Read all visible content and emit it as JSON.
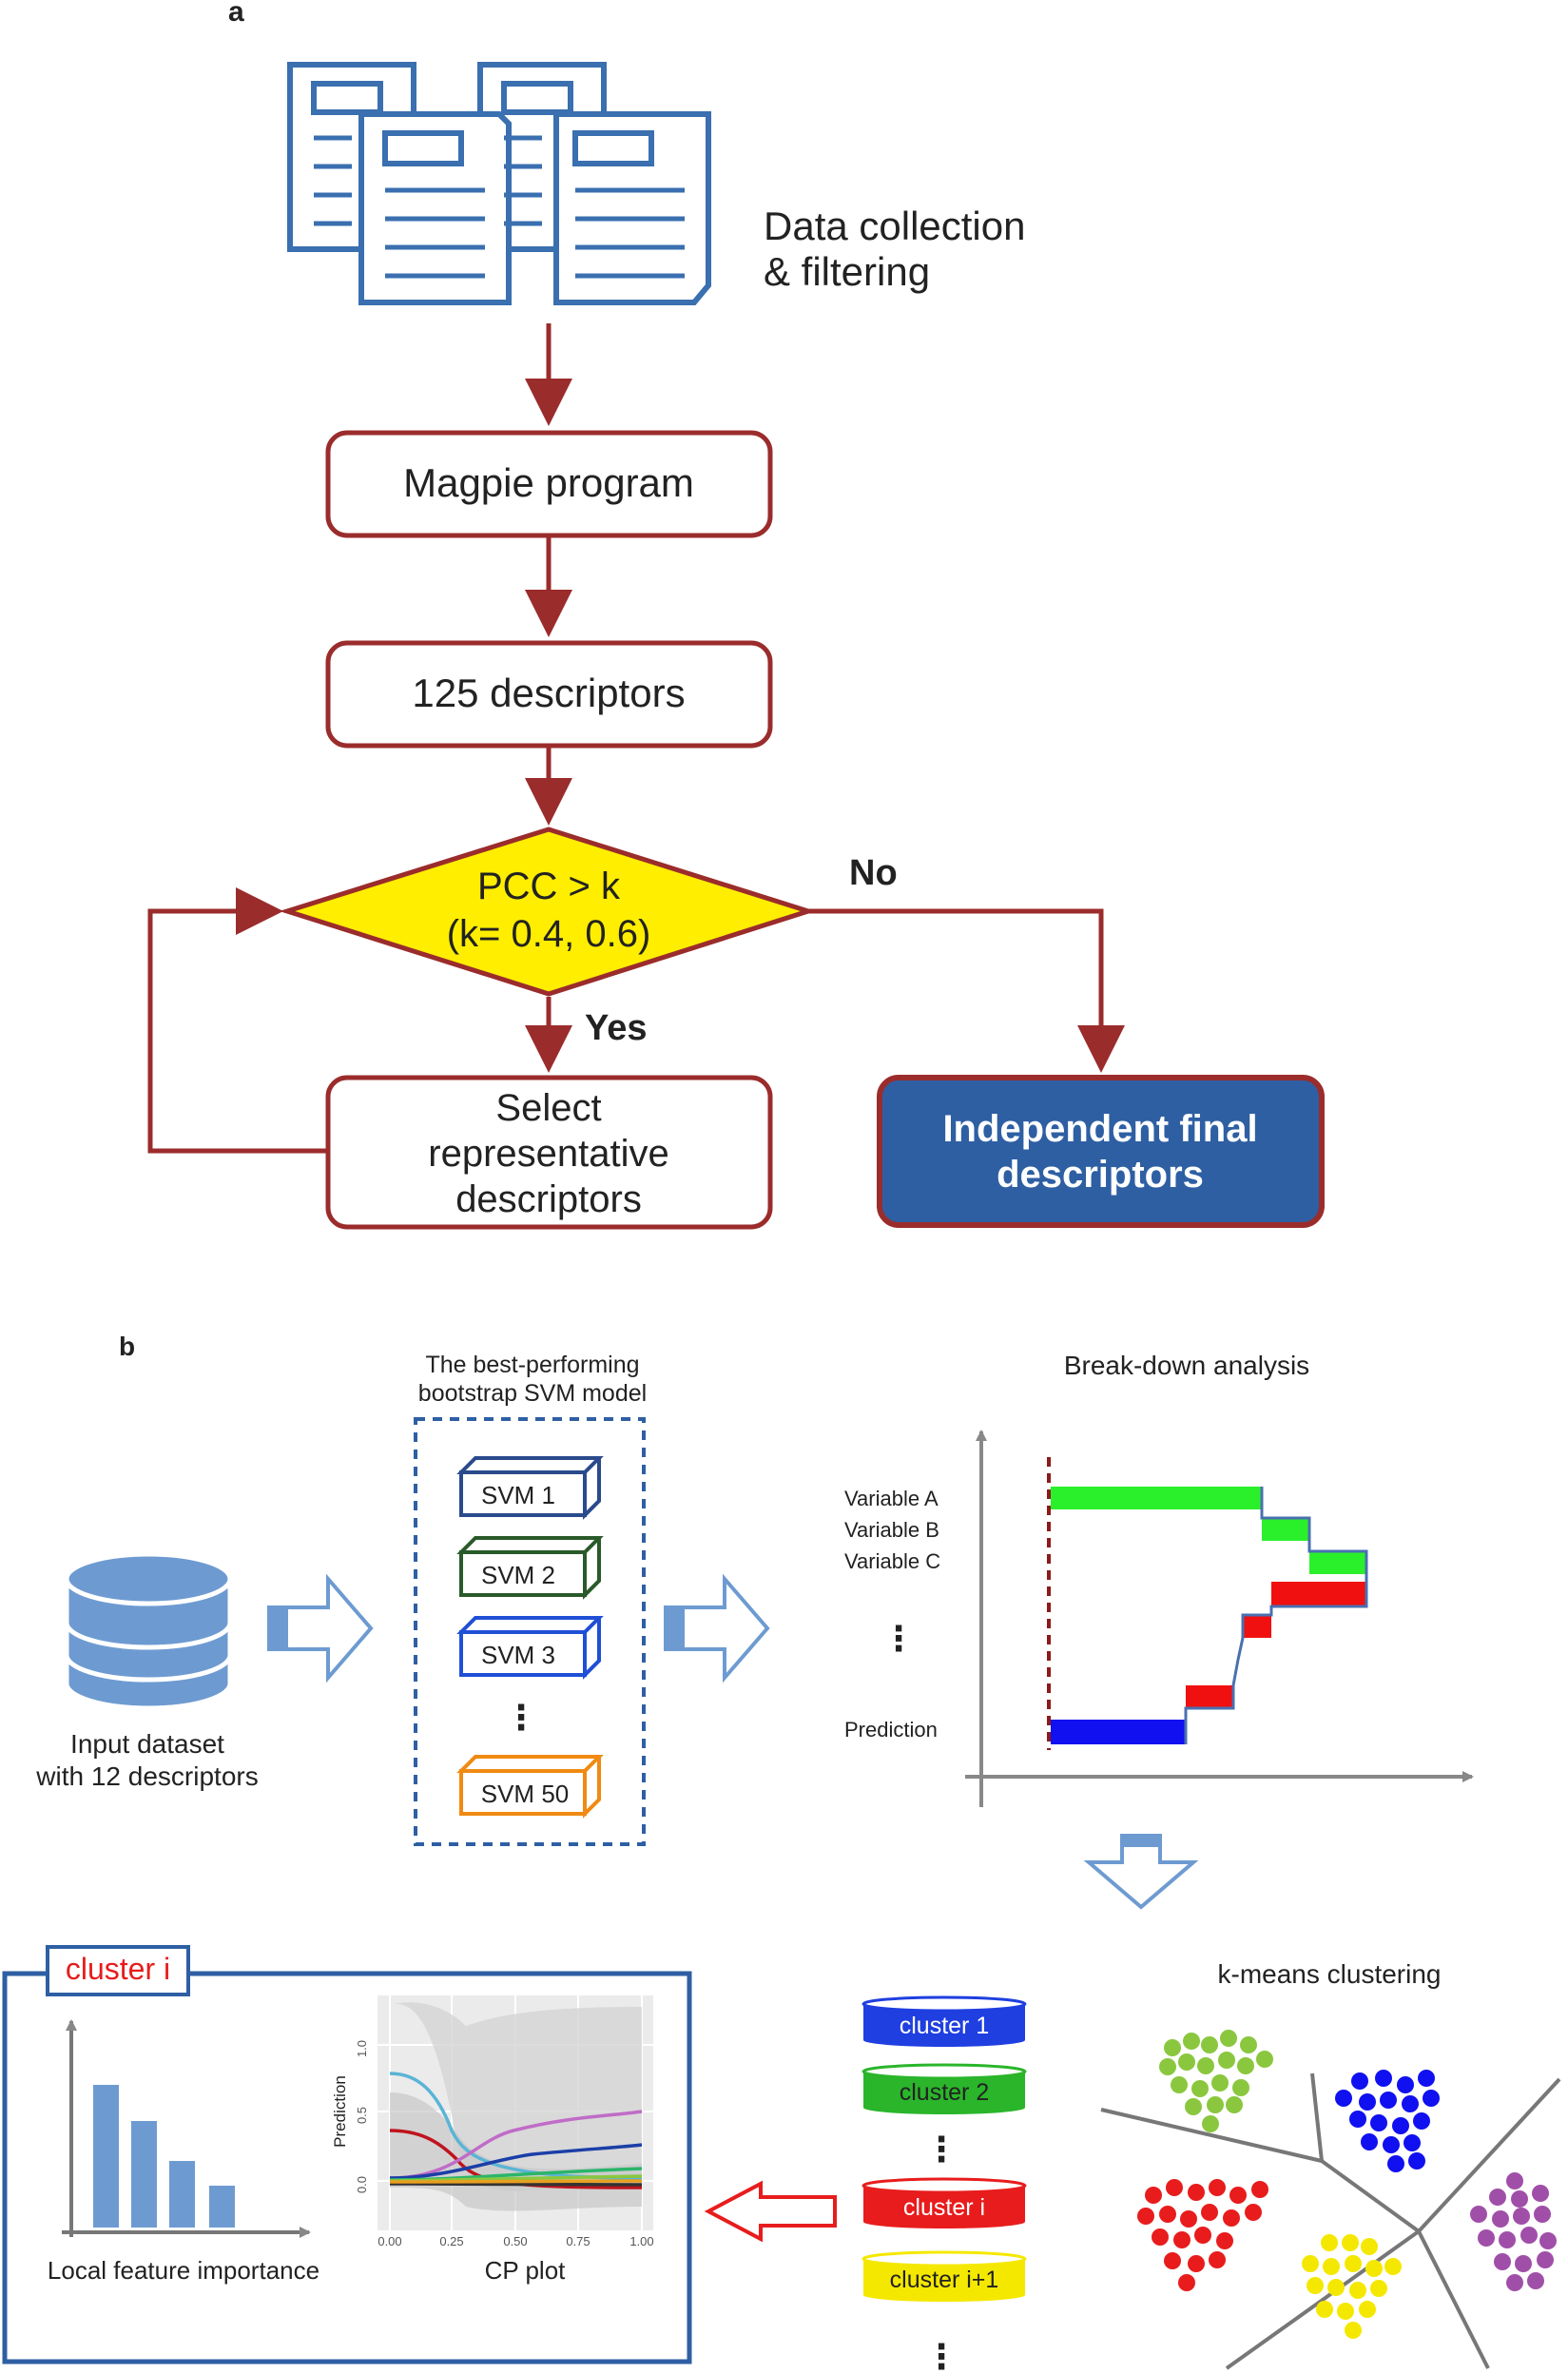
{
  "panel_a": {
    "label": "a",
    "data_collection": [
      "Data collection",
      "& filtering"
    ],
    "magpie": "Magpie program",
    "descriptors_125": "125 descriptors",
    "decision": [
      "PCC > k",
      "(k= 0.4, 0.6)"
    ],
    "yes": "Yes",
    "no": "No",
    "select": [
      "Select",
      "representative",
      "descriptors"
    ],
    "final": [
      "Independent final",
      "descriptors"
    ],
    "colors": {
      "arrow": "#9b2c2c",
      "box_border": "#9b2c2c",
      "diamond_fill": "#ffee00",
      "final_fill": "#2e5fa3",
      "doc": "#3a6fb0"
    }
  },
  "panel_b": {
    "label": "b",
    "input": [
      "Input dataset",
      "with 12 descriptors"
    ],
    "svm_title": [
      "The best-performing",
      "bootstrap SVM model"
    ],
    "svm_models": [
      "SVM 1",
      "SVM 2",
      "SVM 3",
      "SVM 50"
    ],
    "svm_colors": [
      "#2a4a8c",
      "#2a5a2a",
      "#1f4fd6",
      "#f08a12"
    ],
    "breakdown_title": "Break-down analysis",
    "breakdown_vars": [
      "Variable A",
      "Variable B",
      "Variable C",
      "Prediction"
    ],
    "kmeans_title": "k-means clustering",
    "clusters": [
      "cluster 1",
      "cluster 2",
      "cluster i",
      "cluster i+1"
    ],
    "cluster_colors": [
      "#1f3fe0",
      "#2ab52a",
      "#e81c1c",
      "#f5e800"
    ],
    "cluster_i_label": "cluster i",
    "local_feature": "Local feature importance",
    "cp_plot": "CP plot",
    "cp_ylabel": "Prediction",
    "cp_yticks": [
      "0.0",
      "0.5",
      "1.0"
    ],
    "cp_xticks": [
      "0.00",
      "0.25",
      "0.50",
      "0.75",
      "1.00"
    ],
    "ellipsis": "⋮"
  }
}
